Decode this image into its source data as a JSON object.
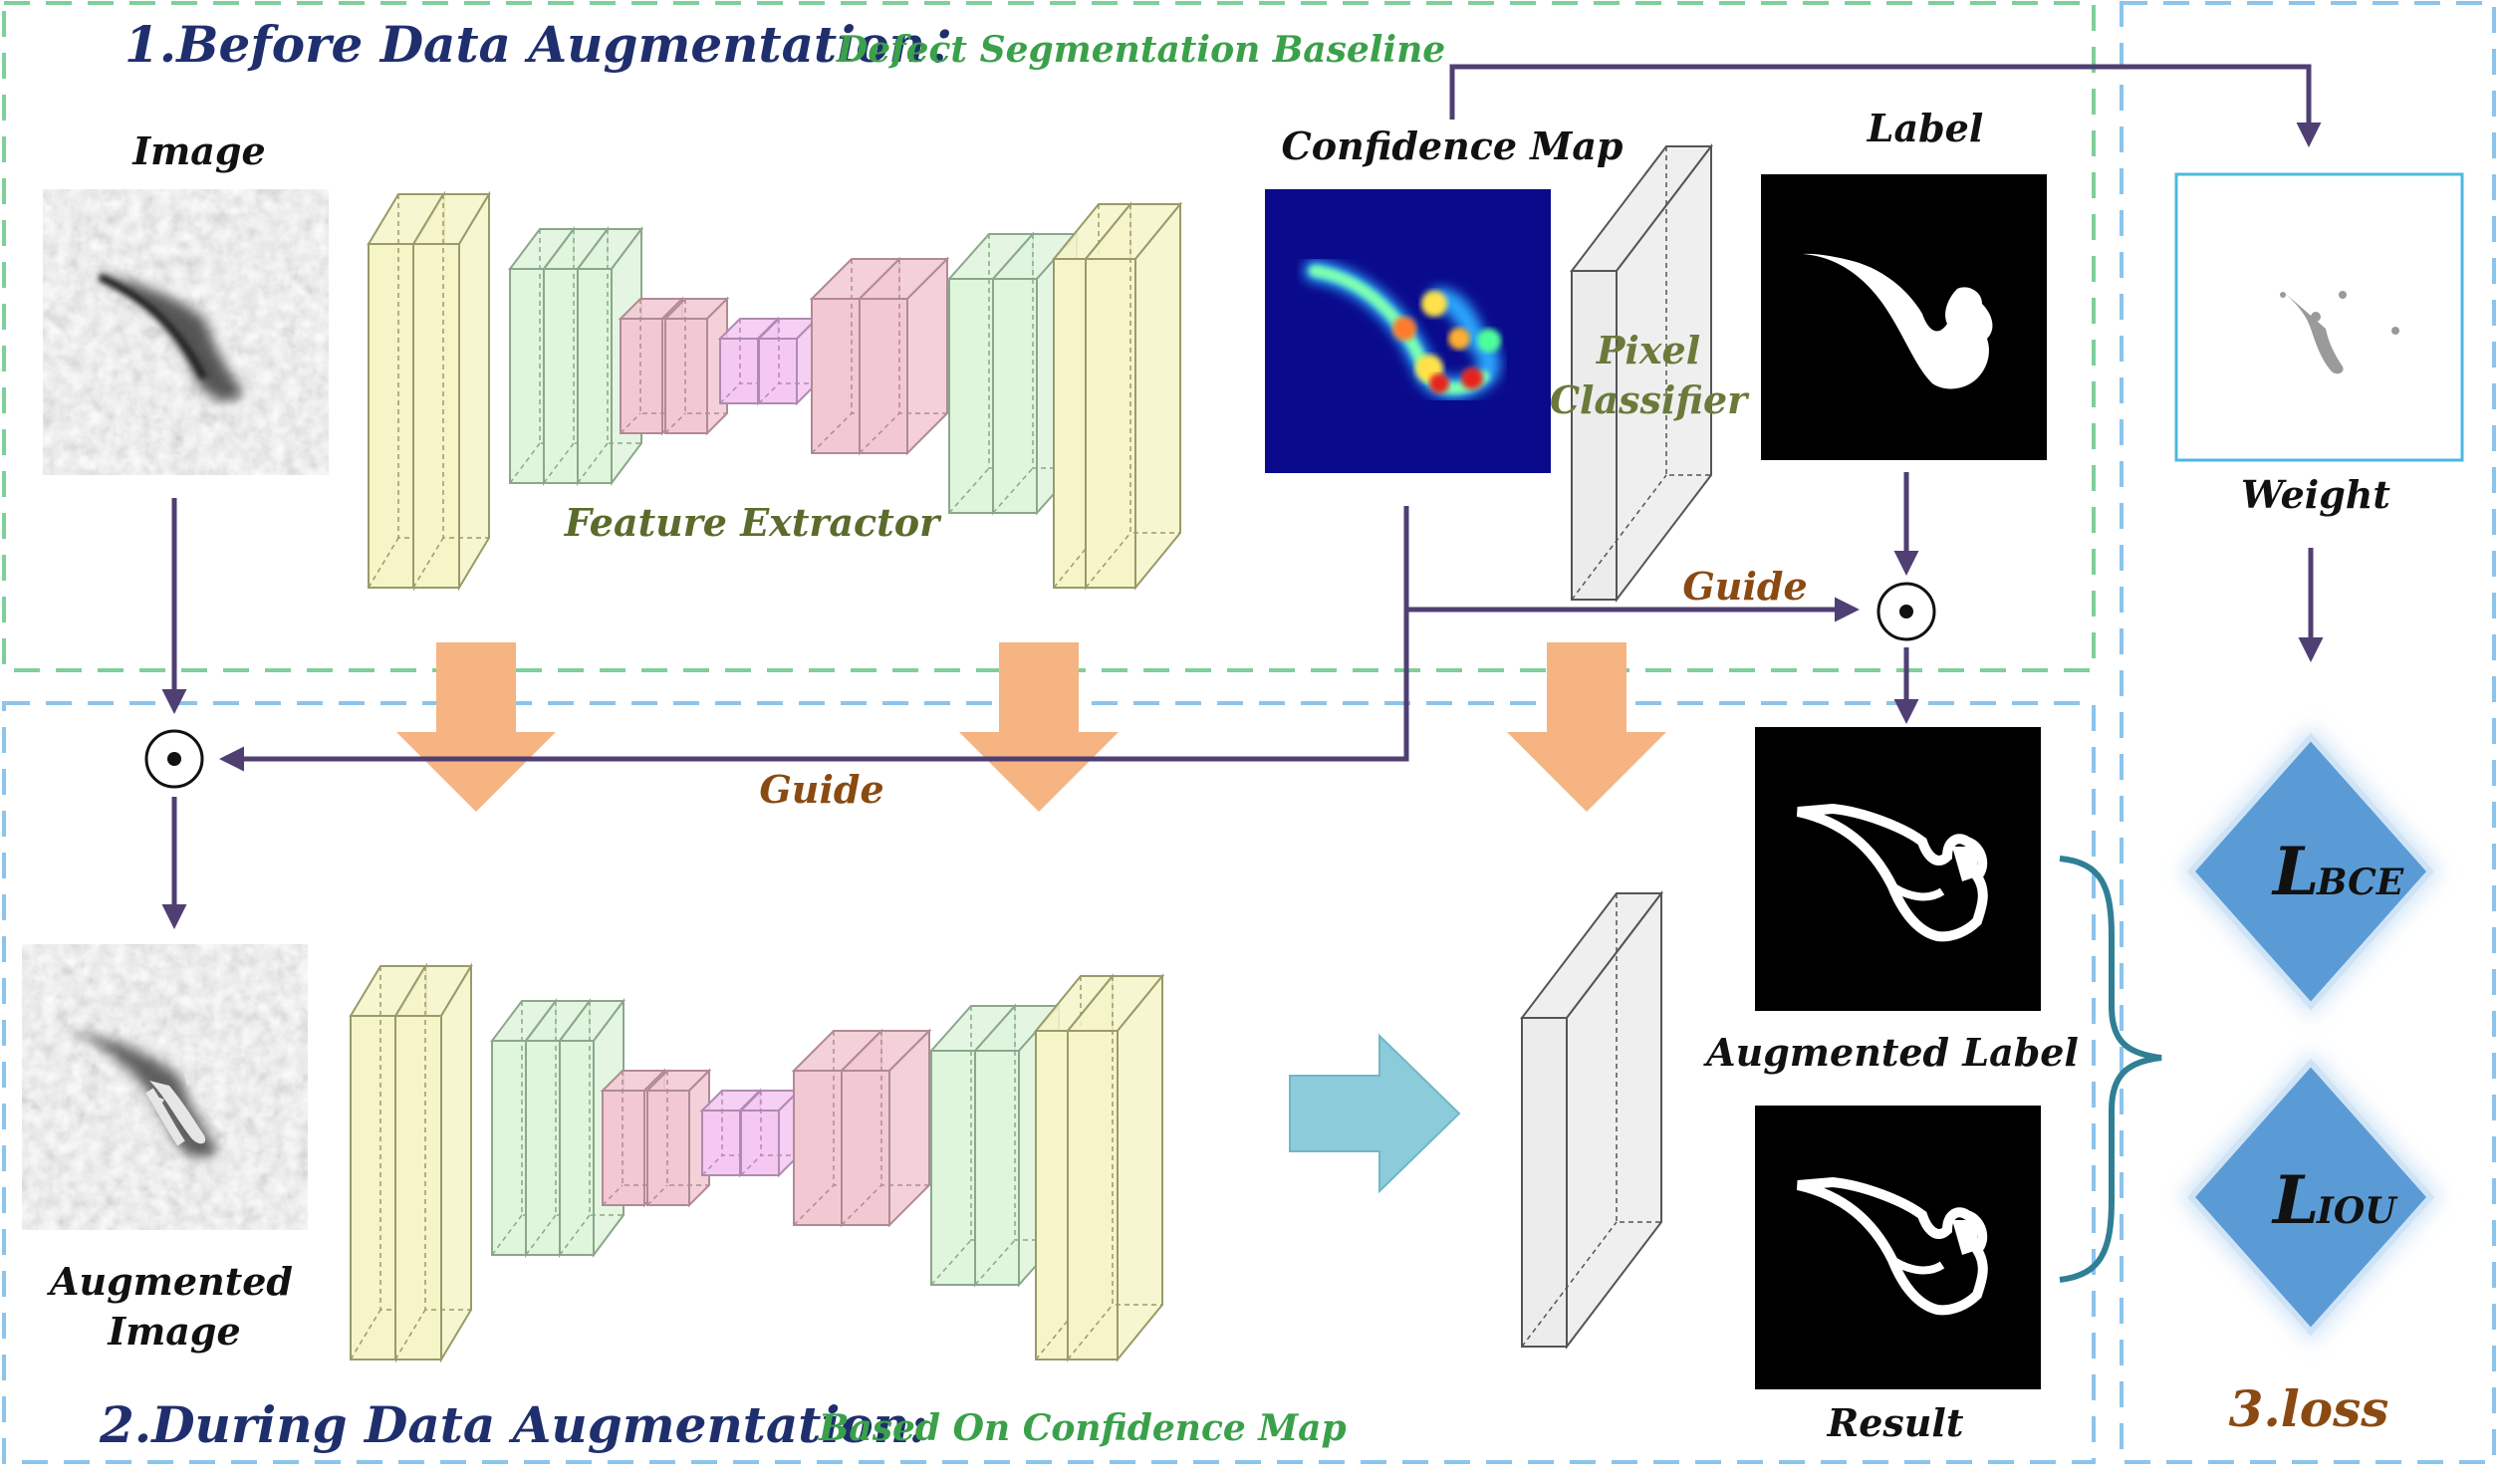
{
  "sections": {
    "before": {
      "title": "1.Before Data Augmentation：",
      "subtitle": "Defect Segmentation Baseline",
      "image_label": "Image",
      "extractor_label": "Feature Extractor",
      "confidence_label": "Confidence Map",
      "classifier_label_line1": "Pixel",
      "classifier_label_line2": "Classifier",
      "label_label": "Label",
      "guide_label": "Guide"
    },
    "during": {
      "title": "2.During Data Augmentation:",
      "subtitle": "Based On Confidence Map",
      "guide_label": "Guide",
      "aug_image_line1": "Augmented",
      "aug_image_line2": "Image",
      "aug_label_label": "Augmented Label",
      "result_label": "Result"
    },
    "loss": {
      "weight_label": "Weight",
      "bce_main": "L",
      "bce_sub": "BCE",
      "iou_main": "L",
      "iou_sub": "IOU",
      "title": "3.loss"
    }
  },
  "colors": {
    "green_border": "#7fcf9a",
    "blue_border": "#8cc4ec",
    "title_navy": "#1f2f6e",
    "subtitle_green": "#3aa14a",
    "guide_brown": "#8a4a12",
    "loss_brown": "#8a4a12",
    "arrow_purple": "#4f3f73",
    "orange_arrow": "#f6b483",
    "teal_arrow": "#8ccbd9",
    "diamond_blue": "#5b9bd5",
    "brace_teal": "#2f7f95"
  },
  "icons": {
    "odot": "circled-dot-operator-icon"
  }
}
